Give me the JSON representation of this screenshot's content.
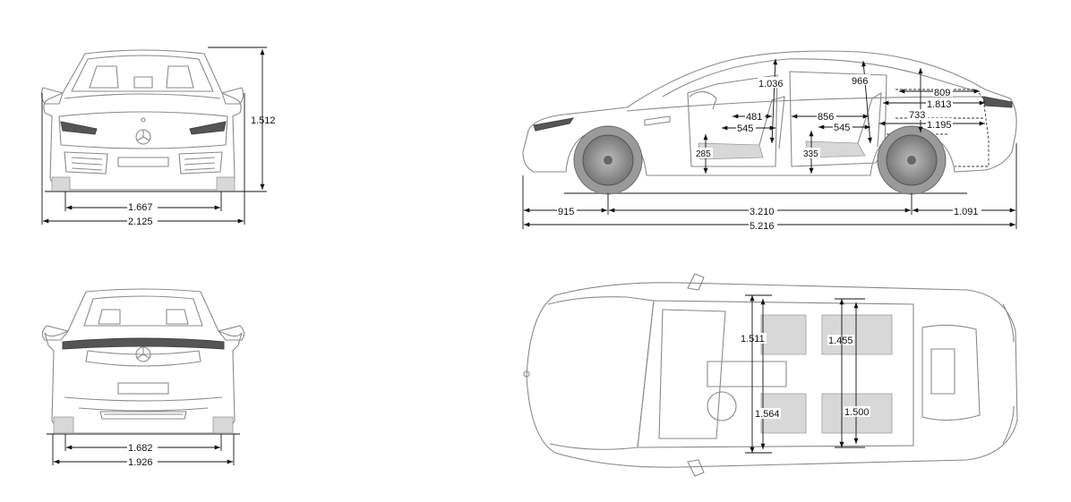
{
  "views": {
    "front": {
      "height": "1.512",
      "track": "1.667",
      "width_mirrors": "2.125"
    },
    "rear": {
      "track": "1.682",
      "width": "1.926"
    },
    "side": {
      "headroom_front": "1.036",
      "headroom_rear": "966",
      "seat_front_h": "481",
      "seat_front_depth": "545",
      "seat_rear_h": "856",
      "seat_rear_depth": "545",
      "trunk_h": "809",
      "trunk_length": "1.813",
      "trunk_depth": "733",
      "trunk_floor": "1.195",
      "seat_height_front": "285",
      "seat_height_rear": "335",
      "overhang_front": "915",
      "wheelbase": "3.210",
      "overhang_rear": "1.091",
      "length": "5.216"
    },
    "top": {
      "shoulder_front": "1.511",
      "shoulder_rear": "1.455",
      "elbow_front": "1.564",
      "elbow_rear": "1.500"
    }
  }
}
